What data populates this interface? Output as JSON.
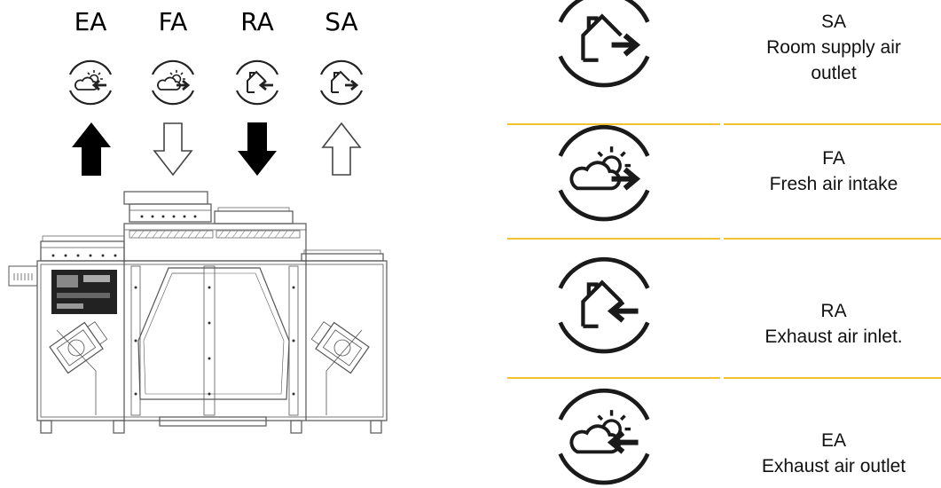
{
  "columns": [
    {
      "code": "EA",
      "icon": "cloud-sun-arrow-in-icon",
      "flow": "up",
      "style": "filled"
    },
    {
      "code": "FA",
      "icon": "cloud-sun-arrow-out-icon",
      "flow": "down",
      "style": "outline"
    },
    {
      "code": "RA",
      "icon": "house-arrow-in-icon",
      "flow": "down",
      "style": "filled"
    },
    {
      "code": "SA",
      "icon": "house-arrow-out-icon",
      "flow": "up",
      "style": "outline"
    }
  ],
  "legend": [
    {
      "code": "SA",
      "description": [
        "Room supply air",
        "outlet"
      ],
      "icon": "house-arrow-out-icon"
    },
    {
      "code": "FA",
      "description": [
        "Fresh air intake"
      ],
      "icon": "cloud-sun-arrow-out-icon"
    },
    {
      "code": "RA",
      "description": [
        "Exhaust air inlet."
      ],
      "icon": "house-arrow-in-icon"
    },
    {
      "code": "EA",
      "description": [
        "Exhaust air outlet"
      ],
      "icon": "cloud-sun-arrow-in-icon"
    }
  ],
  "colors": {
    "divider": "#f2c230",
    "ink": "#111111",
    "line": "#555555"
  }
}
